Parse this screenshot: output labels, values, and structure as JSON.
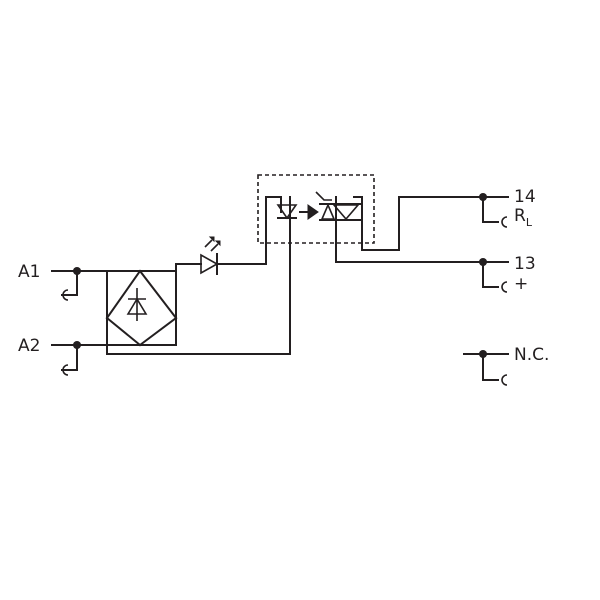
{
  "terminals": {
    "a1": "A1",
    "a2": "A2",
    "t14": "14",
    "t13": "13",
    "rl_main": "R",
    "rl_sub": "L",
    "plus": "+",
    "nc": "N.C."
  },
  "colors": {
    "ink": "#231f20",
    "background": "#ffffff"
  }
}
